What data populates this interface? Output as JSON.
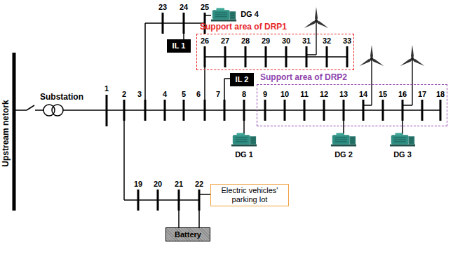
{
  "diagram": {
    "nodes": [
      {
        "text": [
          "IL 1"
        ]
      },
      {
        "text": [
          "Support area of DRP1"
        ]
      },
      {
        "text": [
          "IL 2"
        ]
      },
      {
        "text": [
          "Support area of DRP2"
        ]
      },
      {
        "text": [
          "Electric vehicles' parking lot"
        ]
      },
      {
        "text": [
          "Battery"
        ]
      }
    ],
    "labels": [
      "Upstream netork",
      "Substation",
      "1",
      "2",
      "3",
      "4",
      "5",
      "6",
      "7",
      "8",
      "9",
      "10",
      "11",
      "12",
      "13",
      "14",
      "15",
      "16",
      "17",
      "18",
      "19",
      "20",
      "21",
      "22",
      "23",
      "24",
      "25",
      "26",
      "27",
      "28",
      "29",
      "30",
      "31",
      "32",
      "33",
      "DG 4",
      "DG 1",
      "DG 2",
      "DG 3"
    ]
  }
}
